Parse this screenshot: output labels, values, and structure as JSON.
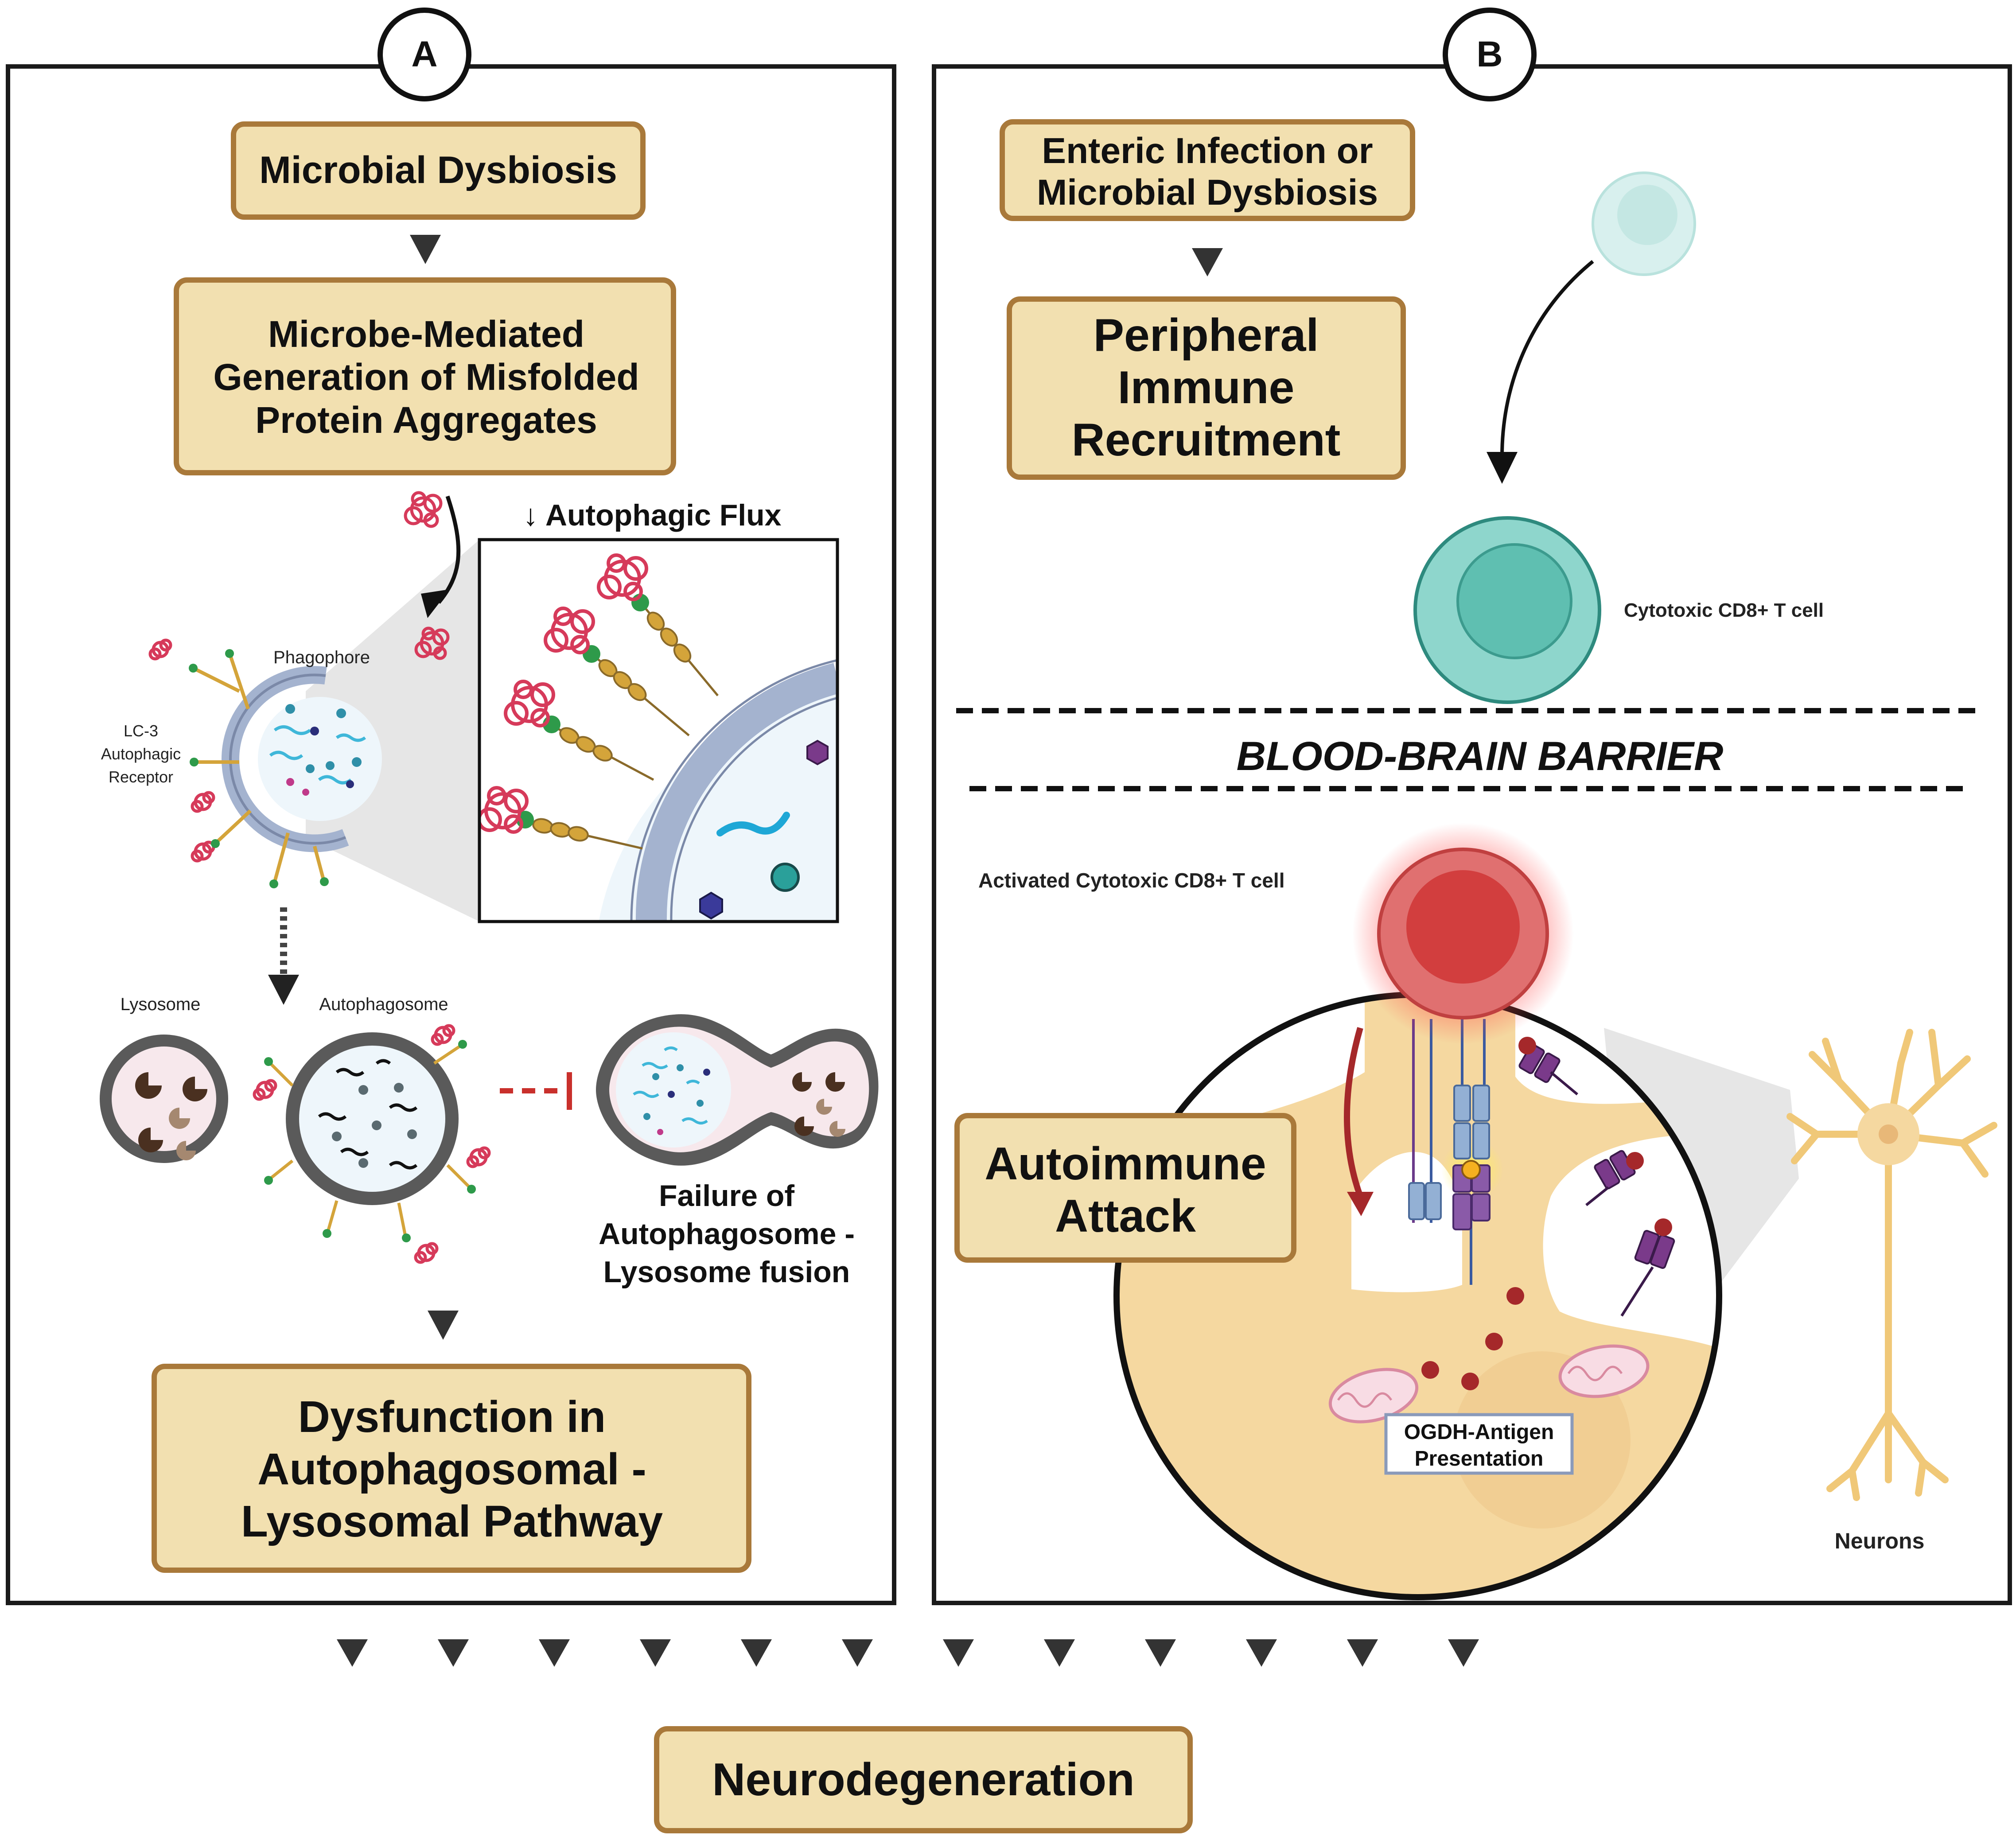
{
  "colors": {
    "box_fill": "#f2e0b0",
    "box_border": "#a9793a",
    "panel_border": "#1a1a1a",
    "teal": "#5fc4b4",
    "red_cell": "#e05a5a",
    "neuron": "#f5d8a0",
    "membrane": "#a4b3cf",
    "protein": "#d63a5a",
    "stalk": "#d4a43a"
  },
  "panel_a": {
    "badge": "A",
    "box1": "Microbial Dysbiosis",
    "box2": [
      "Microbe-Mediated",
      "Generation of Misfolded",
      "Protein Aggregates"
    ],
    "flux_label": "↓ Autophagic Flux",
    "phagophore": "Phagophore",
    "receptor": [
      "LC-3",
      "Autophagic",
      "Receptor"
    ],
    "lysosome": "Lysosome",
    "autophagosome": "Autophagosome",
    "failure": [
      "Failure of",
      "Autophagosome -",
      "Lysosome fusion"
    ],
    "box3": [
      "Dysfunction in",
      "Autophagosomal -",
      "Lysosomal Pathway"
    ]
  },
  "panel_b": {
    "badge": "B",
    "box1": [
      "Enteric Infection or",
      "Microbial Dysbiosis"
    ],
    "box2": [
      "Peripheral",
      "Immune",
      "Recruitment"
    ],
    "tcell": "Cytotoxic CD8+ T cell",
    "bbb": "BLOOD-BRAIN BARRIER",
    "activated": "Activated Cytotoxic  CD8+ T cell",
    "attack": [
      "Autoimmune",
      "Attack"
    ],
    "antigen": [
      "OGDH-Antigen",
      "Presentation"
    ],
    "neurons": "Neurons"
  },
  "bottom": {
    "outcome": "Neurodegeneration"
  }
}
